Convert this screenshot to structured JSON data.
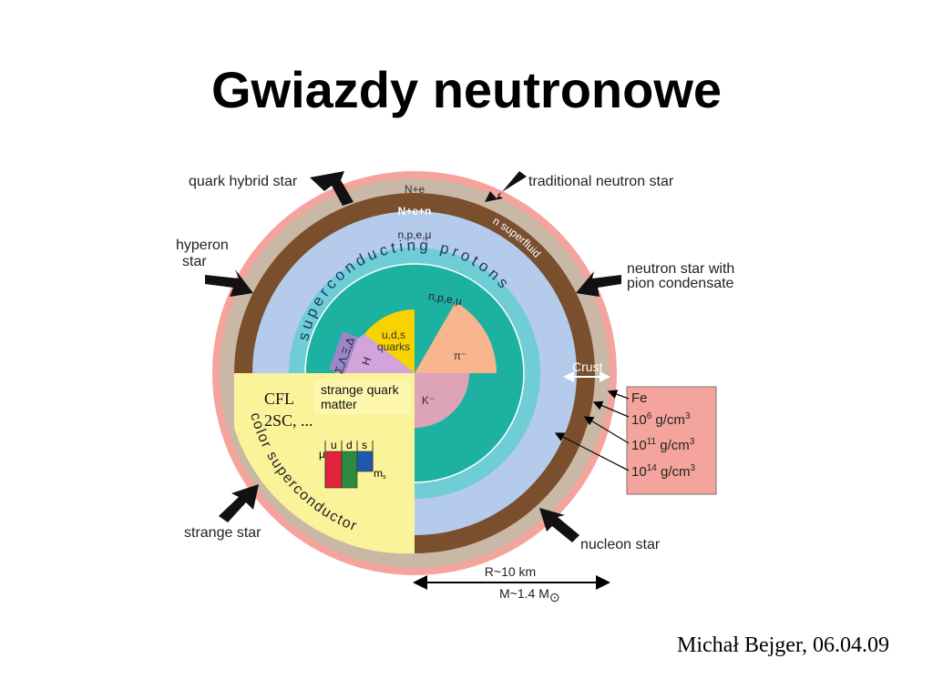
{
  "title": "Gwiazdy neutronowe",
  "footer": "Michał Bejger, 06.04.09",
  "diagram": {
    "star_types": {
      "quark_hybrid": "quark hybrid star",
      "traditional": "traditional neutron star",
      "hyperon_1": "hyperon",
      "hyperon_2": "star",
      "pion_1": "neutron star with",
      "pion_2": "pion condensate",
      "strange": "strange star",
      "nucleon": "nucleon star"
    },
    "layers": {
      "n_e": "N+e",
      "n_e_n": "N+e+n",
      "npemu_outer": "n,p,e,μ",
      "npemu_inner": "n,p,e,μ",
      "n_superfluid": "n superfluid",
      "sc_protons": "superconducting protons",
      "uds_1": "u,d,s",
      "uds_2": "quarks",
      "hyperons": "Σ,Λ,Ξ,Δ",
      "H": "H",
      "pi": "π⁻",
      "K": "K⁻",
      "sqm_1": "strange quark",
      "sqm_2": "matter",
      "cfl": "CFL",
      "sc2": "2SC, ...",
      "color_sc": "color superconductor",
      "mu": "μ",
      "u": "u",
      "d": "d",
      "s": "s",
      "ms": "m",
      "ms_sub": "s"
    },
    "crust": "Crust",
    "density_box": {
      "fe": "Fe",
      "d1": "10",
      "d1_exp": "6",
      "d2": "10",
      "d2_exp": "11",
      "d3": "10",
      "d3_exp": "14",
      "unit": " g/cm",
      "unit_exp": "3"
    },
    "radius": "R~10 km",
    "mass": "M~1.4 M",
    "sun_symbol": "⊙",
    "colors": {
      "pink_outer": "#f4a49c",
      "tan": "#c9b8a6",
      "brown": "#7a4f2e",
      "light_blue": "#b5cbec",
      "cyan": "#6fcdd6",
      "teal": "#1db1a2",
      "yellow": "#fbf39a",
      "quark_yellow": "#f9d300",
      "purple": "#d3a3dc",
      "salmon": "#f9b58d",
      "kaon_pink": "#dda3b8",
      "box": "#f4a49c"
    }
  }
}
